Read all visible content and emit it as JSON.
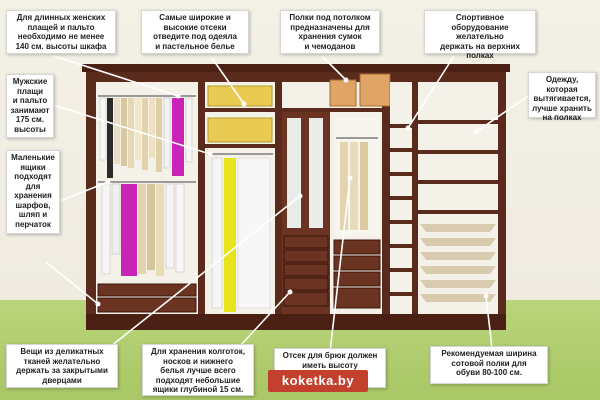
{
  "callouts": {
    "long_coats": "Для длинных женских\nплащей и пальто\nнеобходимо не менее\n140 см. высоты шкафа",
    "high_shelves": "Самые широкие и\nвысокие отсеки\nотведите под одеяла\nи пастельное белье",
    "ceiling_shelves": "Полки под потолком\nпредназначены для\nхранения сумок\nи чемоданов",
    "sports": "Спортивное\nоборудование желательно\nдержать на верхних\nполках",
    "stretch_clothes": "Одежду, которая\nвытягивается,\nлучше хранить\nна полках",
    "mens_coats": "Мужские\nплащи\nи пальто\nзанимают\n175 см.\nвысоты",
    "small_boxes": "Маленькие\nящики\nподходят\nдля\nхранения\nшарфов,\nшляп и\nперчаток",
    "delicate": "Вещи из деликатных\nтканей желательно\nдержать за закрытыми\nдверцами",
    "tights": "Для хранения колготок,\nносков и нижнего\nбелья лучше всего\nподходят небольшие\nящики глубиной 15 см.",
    "trousers": "Отсек для брюк должен\nиметь высоту\n120-130",
    "shoes": "Рекомендуемая ширина\nсотовой полки для\nобуви 80-100 см."
  },
  "watermark": "koketka.by",
  "colors": {
    "wood": "#5a2a1c",
    "wall": "#f3f0e6",
    "floor": "#a9c766",
    "watermark_bg": "#c4402e"
  }
}
